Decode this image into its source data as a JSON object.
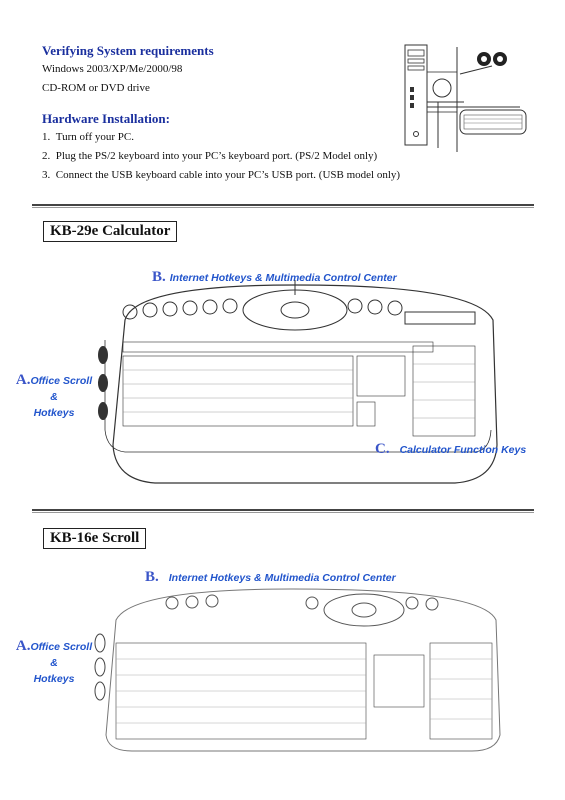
{
  "sysreq": {
    "title": "Verifying System requirements",
    "lines": [
      "Windows 2003/XP/Me/2000/98",
      "CD-ROM or DVD drive"
    ]
  },
  "hardware": {
    "title": "Hardware Installation:",
    "steps": [
      {
        "num": "1.",
        "text": "Turn off your PC."
      },
      {
        "num": "2.",
        "text": "Plug the PS/2 keyboard into your PC’s keyboard port. (PS/2 Model only)"
      },
      {
        "num": "3.",
        "text": "Connect the USB keyboard cable into your PC’s USB port. (USB model only)"
      }
    ]
  },
  "models": [
    {
      "name": "KB-29e Calculator",
      "callouts": {
        "a_letter": "A.",
        "a_line1": "Office Scroll",
        "a_line2": "&",
        "a_line3": "Hotkeys",
        "b_letter": "B.",
        "b_text": "Internet Hotkeys & Multimedia Control Center",
        "c_letter": "C.",
        "c_text": "Calculator Function Keys"
      }
    },
    {
      "name": "KB-16e Scroll",
      "callouts": {
        "a_letter": "A.",
        "a_line1": "Office Scroll",
        "a_line2": "&",
        "a_line3": "Hotkeys",
        "b_letter": "B.",
        "b_text": "Internet Hotkeys & Multimedia Control Center"
      }
    }
  ],
  "colors": {
    "heading_blue": "#1a2f9e",
    "callout_blue": "#2255cc"
  }
}
